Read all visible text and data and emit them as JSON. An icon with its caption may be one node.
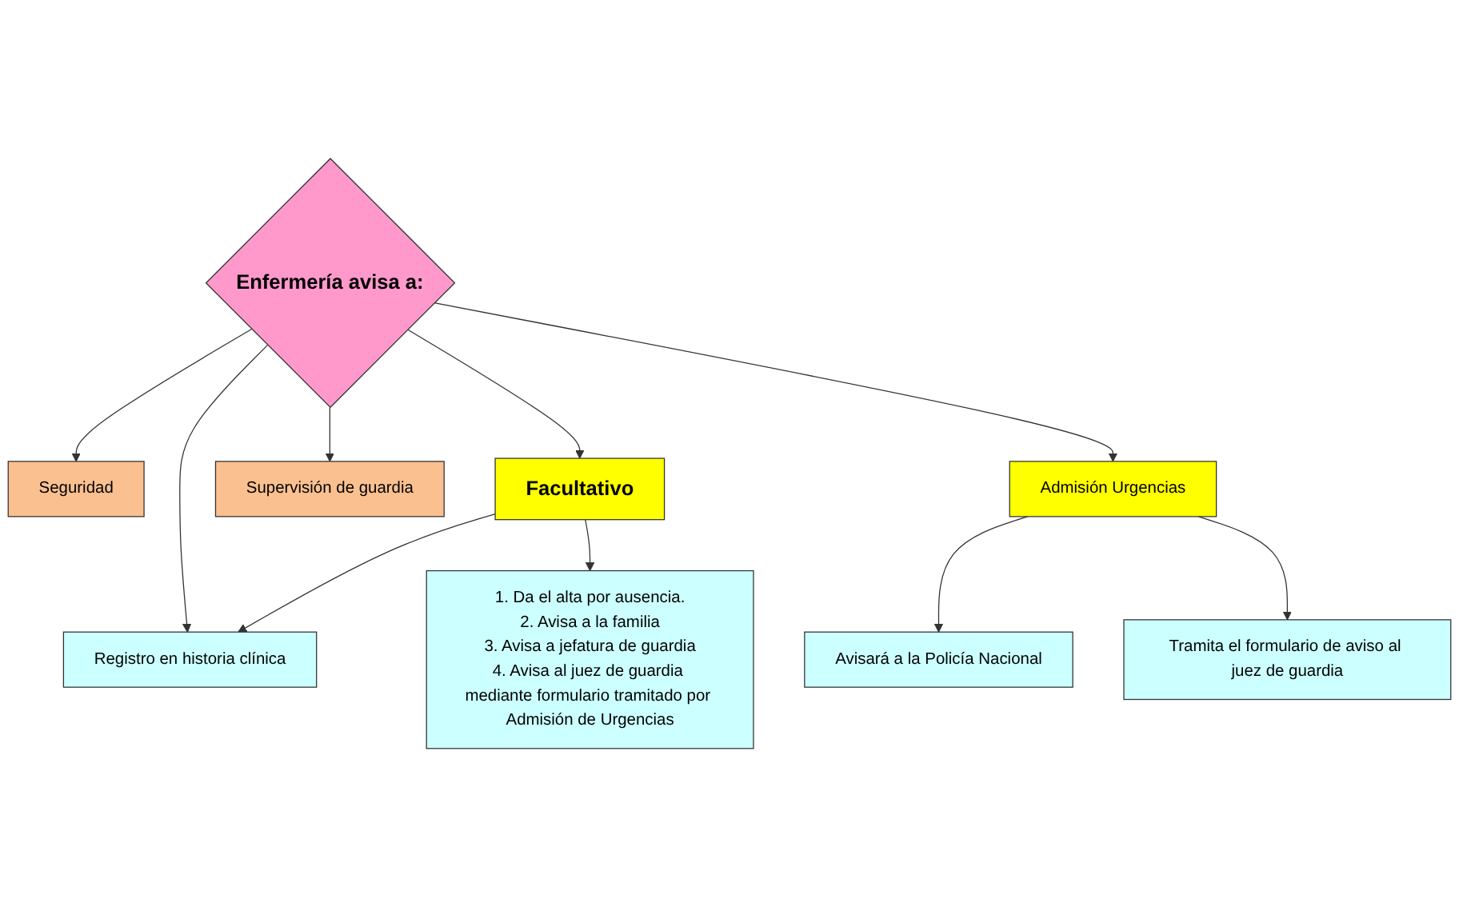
{
  "diagram": {
    "nodes": [
      {
        "text": [
          "Enfermería avisa a:"
        ]
      },
      {
        "text": [
          "Registro en historia clínica"
        ]
      },
      {
        "text": [
          "Seguridad"
        ]
      },
      {
        "text": [
          "Facultativo"
        ]
      },
      {
        "text": [
          "Supervisión de guardia"
        ]
      },
      {
        "text": [
          "Admisión Urgencias"
        ]
      },
      {
        "text": [
          "Avisará a la Policía Nacional"
        ]
      },
      {
        "text": [
          "1. Da el alta por ausencia.",
          "2. Avisa a la familia",
          "3. Avisa a jefatura de guardia",
          "4. Avisa al juez de guardia mediante formulario tramitado por Admisión de Urgencias"
        ]
      },
      {
        "text": [
          "Tramita el formulario de aviso al juez de guardia"
        ]
      }
    ],
    "edges": [
      {
        "from": 0,
        "to": 1,
        "arrow": "to"
      },
      {
        "from": 0,
        "to": 2,
        "arrow": "to"
      },
      {
        "from": 0,
        "to": 3,
        "arrow": "to"
      },
      {
        "from": 0,
        "to": 4,
        "arrow": "to"
      },
      {
        "from": 0,
        "to": 5,
        "arrow": "to"
      },
      {
        "from": 3,
        "to": 1,
        "arrow": "to"
      },
      {
        "from": 3,
        "to": 7,
        "arrow": "to"
      },
      {
        "from": 5,
        "to": 6,
        "arrow": "to"
      },
      {
        "from": 5,
        "to": 8,
        "arrow": "to"
      }
    ]
  }
}
